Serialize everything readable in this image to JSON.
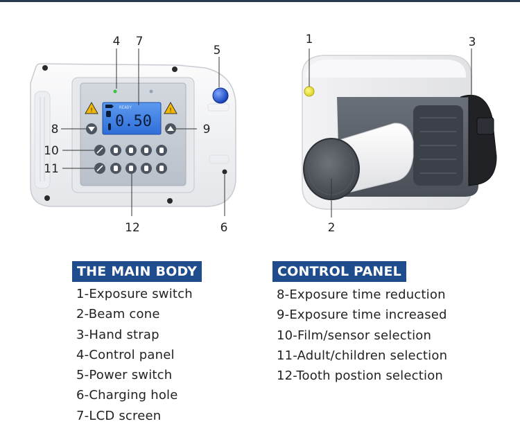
{
  "callouts": {
    "c1": "1",
    "c2": "2",
    "c3": "3",
    "c4": "4",
    "c5": "5",
    "c6": "6",
    "c7": "7",
    "c8": "8",
    "c9": "9",
    "c10": "10",
    "c11": "11",
    "c12": "12"
  },
  "lcd": {
    "status": "READY",
    "value": "0.50"
  },
  "colors": {
    "heading_bg": "#1e4c8c",
    "heading_text": "#ffffff",
    "power_button": "#1a4fd6",
    "exposure_switch": "#e8e02a",
    "lcd_screen": "#3a7ee8"
  },
  "main_body": {
    "title": "THE MAIN BODY",
    "items": [
      "1-Exposure switch",
      "2-Beam cone",
      "3-Hand strap",
      "4-Control panel",
      "5-Power switch",
      "6-Charging hole",
      "7-LCD screen"
    ]
  },
  "control_panel": {
    "title": "CONTROL PANEL",
    "items": [
      "8-Exposure time reduction",
      "9-Exposure time increased",
      "10-Film/sensor selection",
      "11-Adult/children selection",
      "12-Tooth postion selection"
    ]
  }
}
